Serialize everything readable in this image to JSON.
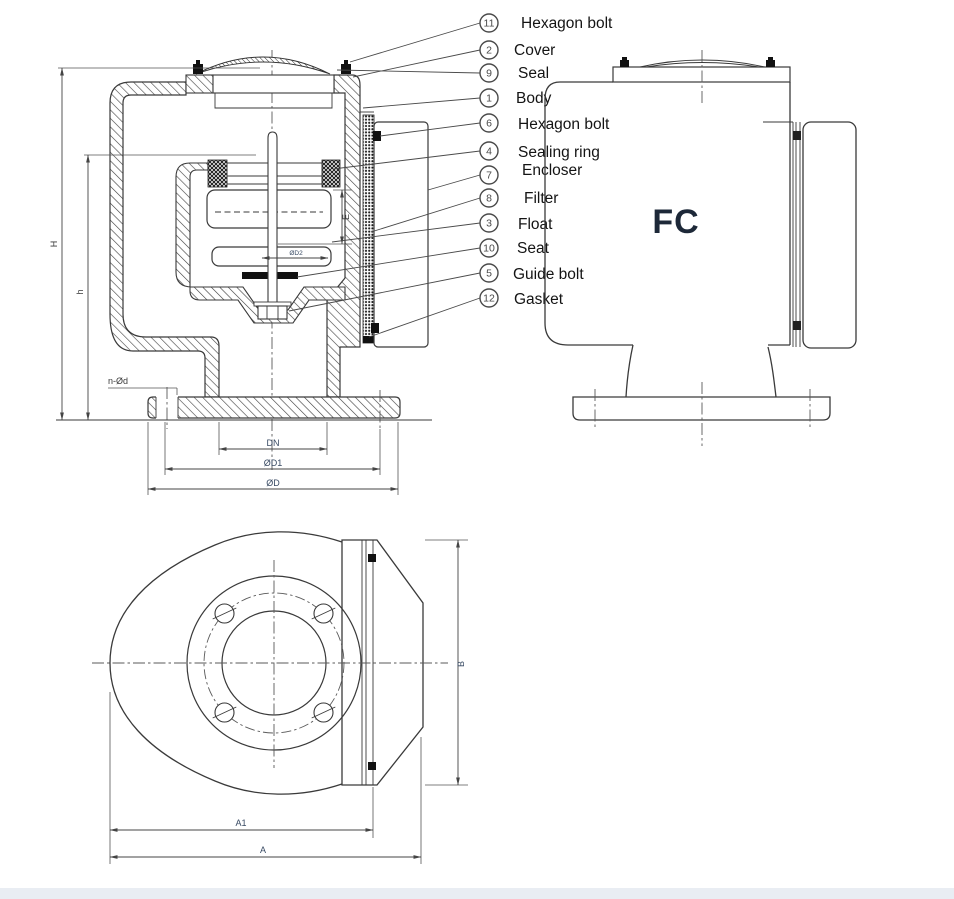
{
  "diagram": {
    "title_label": "FC",
    "callouts": [
      {
        "num": "11",
        "label": "Hexagon bolt"
      },
      {
        "num": "2",
        "label": "Cover"
      },
      {
        "num": "9",
        "label": "Seal"
      },
      {
        "num": "1",
        "label": "Body"
      },
      {
        "num": "6",
        "label": "Hexagon bolt"
      },
      {
        "num": "4",
        "label": "Sealing ring"
      },
      {
        "num": "7",
        "label": "Encloser"
      },
      {
        "num": "8",
        "label": "Filter"
      },
      {
        "num": "3",
        "label": "Float"
      },
      {
        "num": "10",
        "label": "Seat"
      },
      {
        "num": "5",
        "label": "Guide bolt"
      },
      {
        "num": "12",
        "label": "Gasket"
      }
    ],
    "dimensions": {
      "H": "H",
      "h": "h",
      "E": "E",
      "D2": "ØD2",
      "DN": "DN",
      "D1": "ØD1",
      "D": "ØD",
      "nd": "n-Ød",
      "A1": "A1",
      "A": "A",
      "B": "B"
    },
    "colors": {
      "line": "#3a3a3a",
      "dim_text": "#384a63",
      "fc_text": "#1d2838"
    }
  }
}
